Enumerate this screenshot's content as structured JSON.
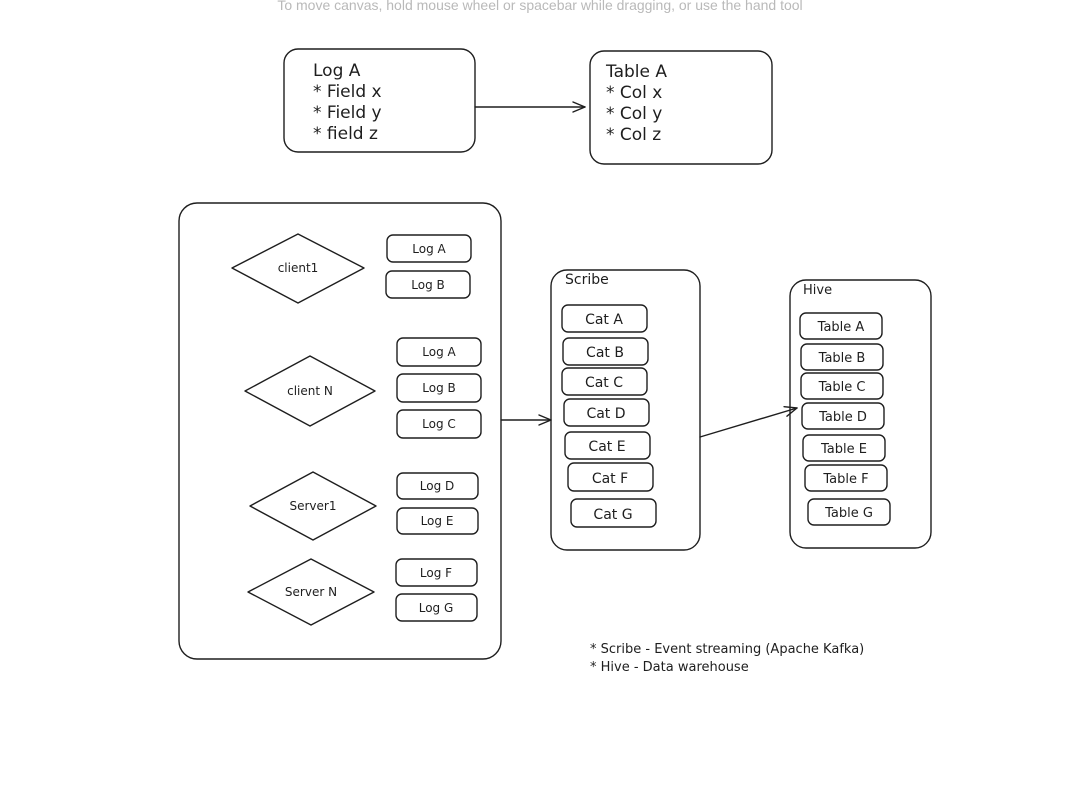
{
  "canvas_hint": "To move canvas, hold mouse wheel or spacebar while dragging, or use the hand tool",
  "mapping_example": {
    "log": {
      "title": "Log A",
      "items": [
        "* Field x",
        "* Field y",
        "* field z"
      ]
    },
    "table": {
      "title": "Table A",
      "items": [
        "* Col x",
        "* Col y",
        "* Col z"
      ]
    }
  },
  "sources": [
    {
      "name": "client1",
      "logs": [
        "Log A",
        "Log B"
      ]
    },
    {
      "name": "client N",
      "logs": [
        "Log A",
        "Log B",
        "Log C"
      ]
    },
    {
      "name": "Server1",
      "logs": [
        "Log D",
        "Log E"
      ]
    },
    {
      "name": "Server N",
      "logs": [
        "Log F",
        "Log G"
      ]
    }
  ],
  "scribe": {
    "title": "Scribe",
    "items": [
      "Cat A",
      "Cat B",
      "Cat C",
      "Cat D",
      "Cat E",
      "Cat F",
      "Cat G"
    ]
  },
  "hive": {
    "title": "Hive",
    "items": [
      "Table A",
      "Table B",
      "Table C",
      "Table D",
      "Table E",
      "Table F",
      "Table G"
    ]
  },
  "notes": [
    "* Scribe - Event streaming (Apache Kafka)",
    "* Hive - Data warehouse"
  ],
  "colors": {
    "stroke": "#1e1e1e",
    "hint": "#b9b9b9",
    "background": "#ffffff"
  }
}
